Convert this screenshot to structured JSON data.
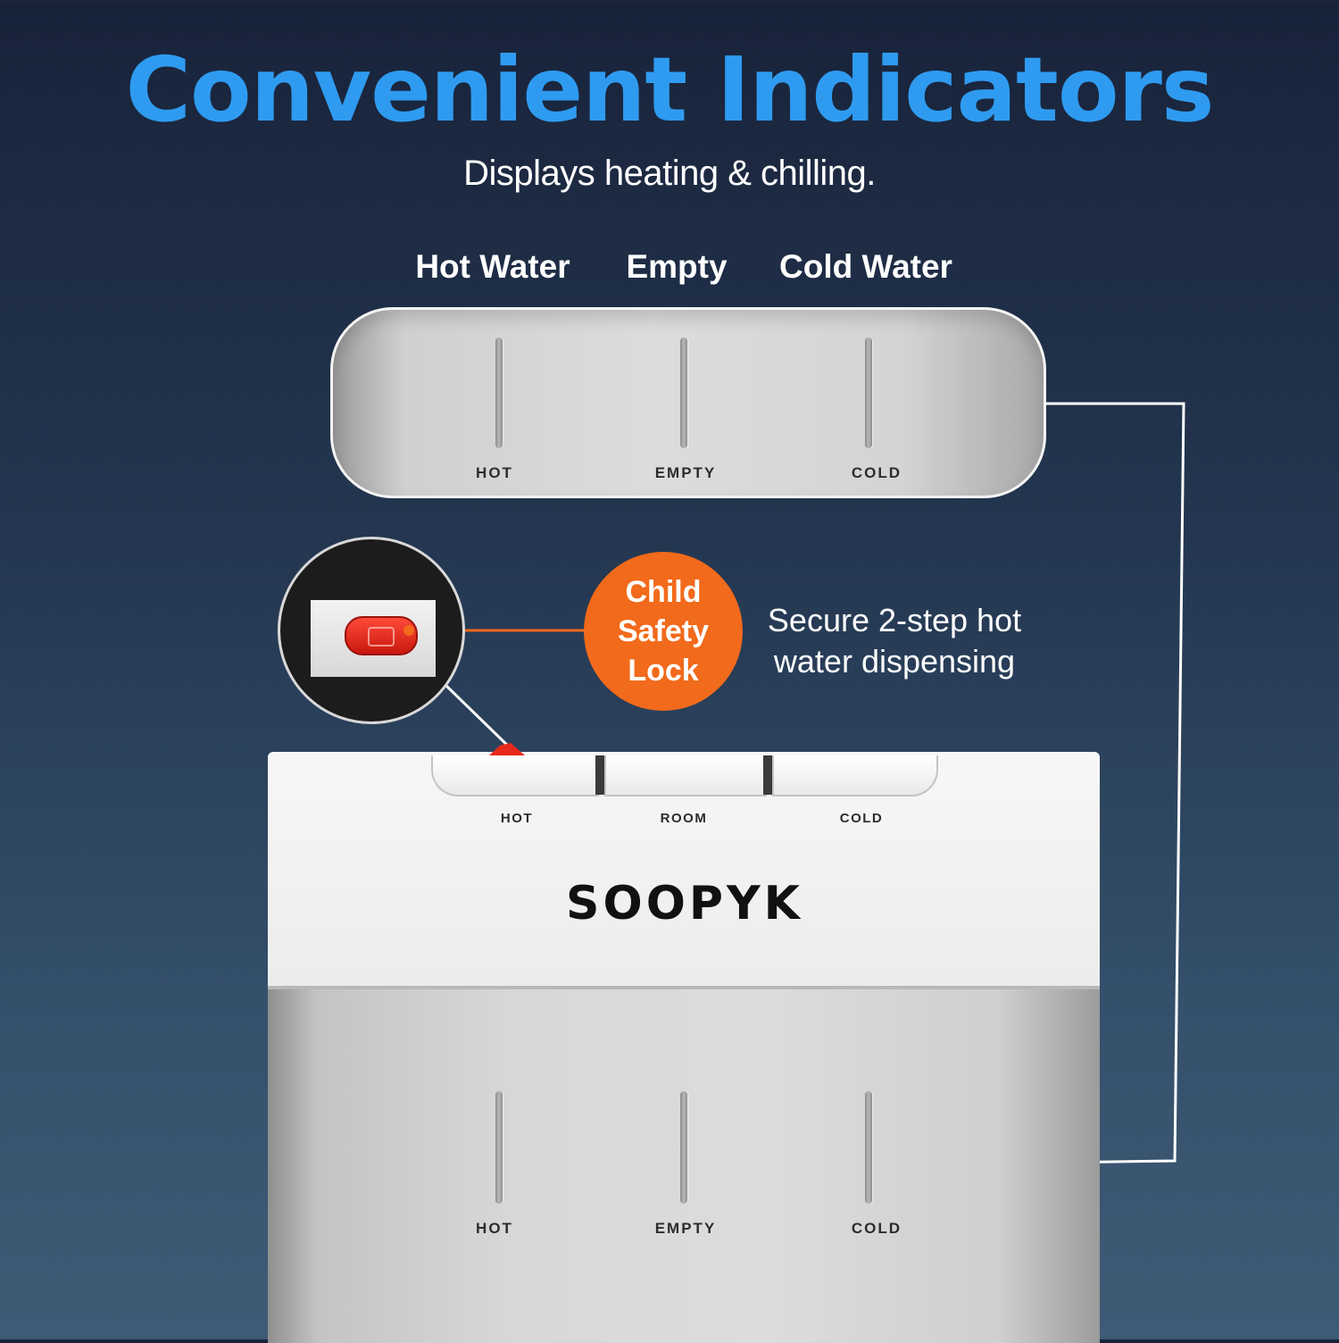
{
  "title": "Convenient Indicators",
  "subtitle": "Displays heating & chilling.",
  "colors": {
    "title_blue": "#2f9bf0",
    "orange_badge": "#f26a1b",
    "lock_red": "#e8291c"
  },
  "indicator_headings": [
    "Hot Water",
    "Empty",
    "Cold Water"
  ],
  "top_panel": {
    "labels": [
      "HOT",
      "EMPTY",
      "COLD"
    ]
  },
  "safety": {
    "badge_lines": [
      "Child",
      "Safety",
      "Lock"
    ],
    "description_lines": [
      "Secure 2-step hot",
      "water dispensing"
    ]
  },
  "dispenser": {
    "tab_labels": [
      "HOT",
      "ROOM",
      "COLD"
    ],
    "brand": "SOOPYK",
    "bottom_labels": [
      "HOT",
      "EMPTY",
      "COLD"
    ]
  }
}
